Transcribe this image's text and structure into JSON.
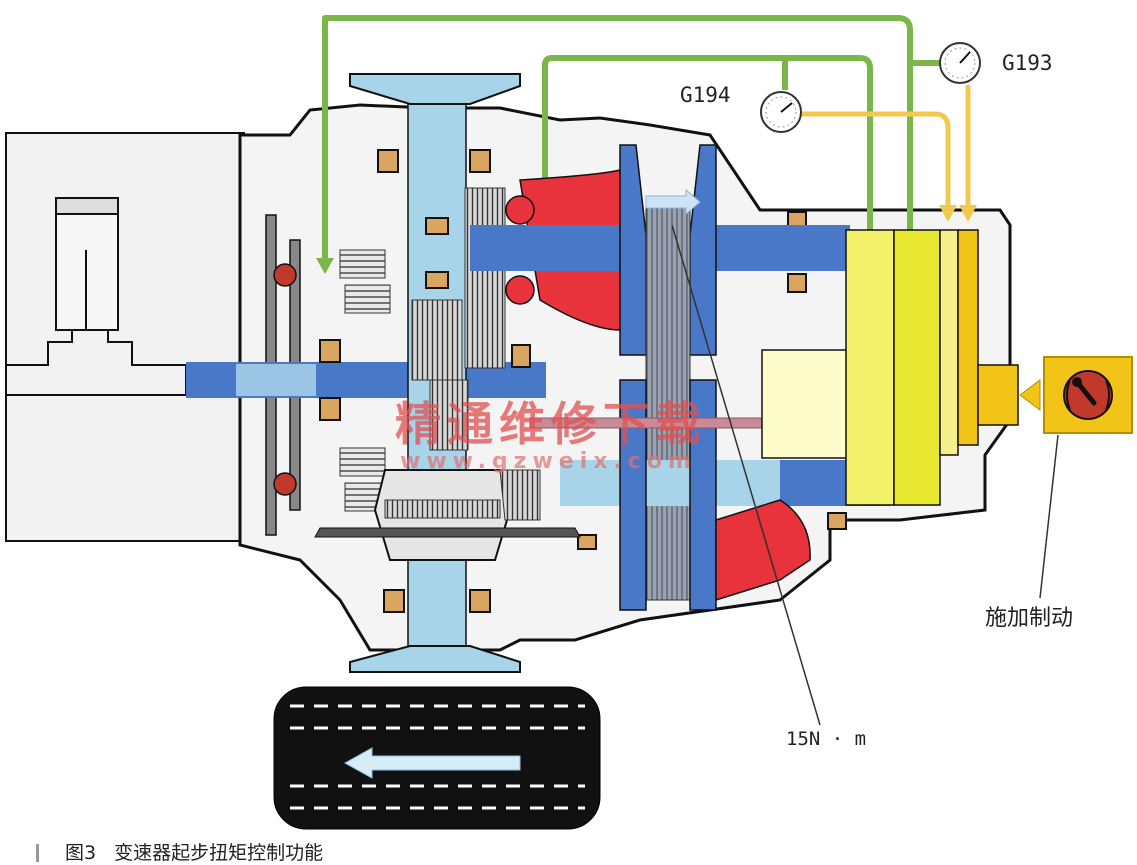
{
  "labels": {
    "sensor_g193": "G193",
    "sensor_g194": "G194",
    "apply_brake": "施加制动",
    "torque": "15N · m"
  },
  "watermark": {
    "cn": "精通维修下载",
    "url": "www.gzweix.com"
  },
  "caption": {
    "figure": "图3",
    "title": "变速器起步扭矩控制功能"
  },
  "colors": {
    "hydraulic_line": "#7ab648",
    "pressure_line": "#f2c94c",
    "shaft": "#4a78c8",
    "shaft_light": "#a8d4ea",
    "pulley_red": "#e8323c",
    "clutch_yellow": "#f3f06a",
    "control_yellow": "#f2c418",
    "watermark": "#e05050"
  },
  "icons": [
    "pressure-gauge-icon",
    "brake-warning-icon",
    "flow-arrow-icon"
  ]
}
